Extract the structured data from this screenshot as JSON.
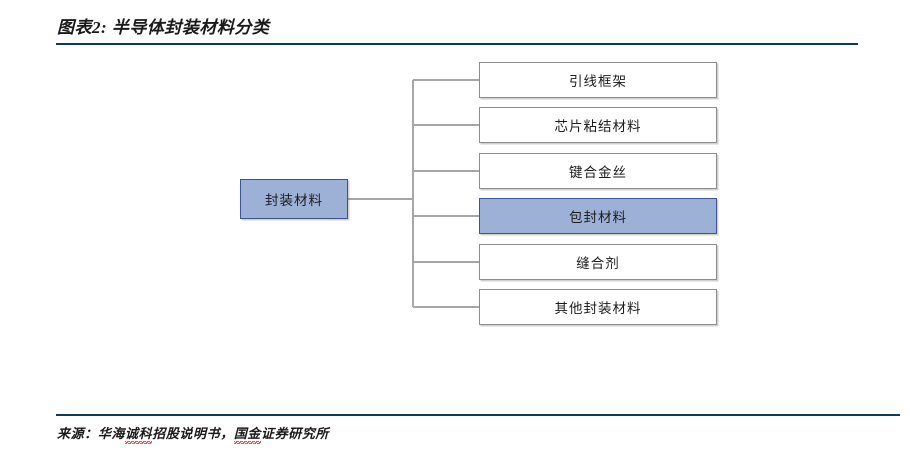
{
  "header": {
    "title": "图表2: 半导体封装材料分类",
    "rule_color": "#0a3c55"
  },
  "footer": {
    "source_prefix": "来源：",
    "source_part_1": "华海",
    "source_misspelled_1": "诚科",
    "source_part_2": "招股说明书，",
    "source_misspelled_2": "国金",
    "source_part_3": "证券研究所",
    "source_full": "来源：华海诚科招股说明书，国金证券研究所",
    "rule_color": "#0a3c55"
  },
  "diagram": {
    "type": "tree",
    "root": {
      "label": "封装材料",
      "fill": "#9db0d6",
      "border": "#3b5492"
    },
    "children": [
      {
        "label": "引线框架",
        "fill": "#ffffff",
        "border": "#8d8d8d",
        "highlighted": false
      },
      {
        "label": "芯片粘结材料",
        "fill": "#ffffff",
        "border": "#8d8d8d",
        "highlighted": false
      },
      {
        "label": "键合金丝",
        "fill": "#ffffff",
        "border": "#8d8d8d",
        "highlighted": false
      },
      {
        "label": "包封材料",
        "fill": "#9db0d6",
        "border": "#3b5492",
        "highlighted": true
      },
      {
        "label": "缝合剂",
        "fill": "#ffffff",
        "border": "#8d8d8d",
        "highlighted": false
      },
      {
        "label": "其他封装材料",
        "fill": "#ffffff",
        "border": "#8d8d8d",
        "highlighted": false
      }
    ],
    "connector_color": "#a6a6a6"
  }
}
